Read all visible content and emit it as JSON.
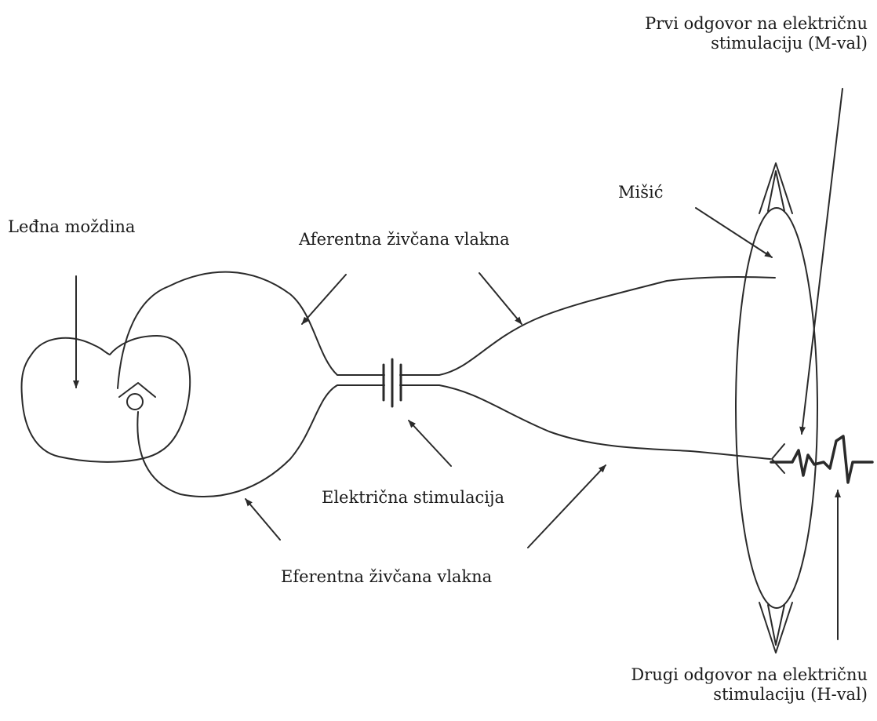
{
  "labels": {
    "spinal_cord": "Leđna moždina",
    "afferent": "Aferentna živčana vlakna",
    "efferent": "Eferentna živčana vlakna",
    "stimulation": "Električna stimulacija",
    "muscle": "Mišić",
    "m_wave_line1": "Prvi odgovor na električnu",
    "m_wave_line2": "stimulaciju (M-val)",
    "h_wave_line1": "Drugi odgovor na električnu",
    "h_wave_line2": "stimulaciju (H-val)"
  },
  "colors": {
    "stroke": "#2a2a2a",
    "text": "#1a1a1a",
    "background": "#ffffff"
  }
}
